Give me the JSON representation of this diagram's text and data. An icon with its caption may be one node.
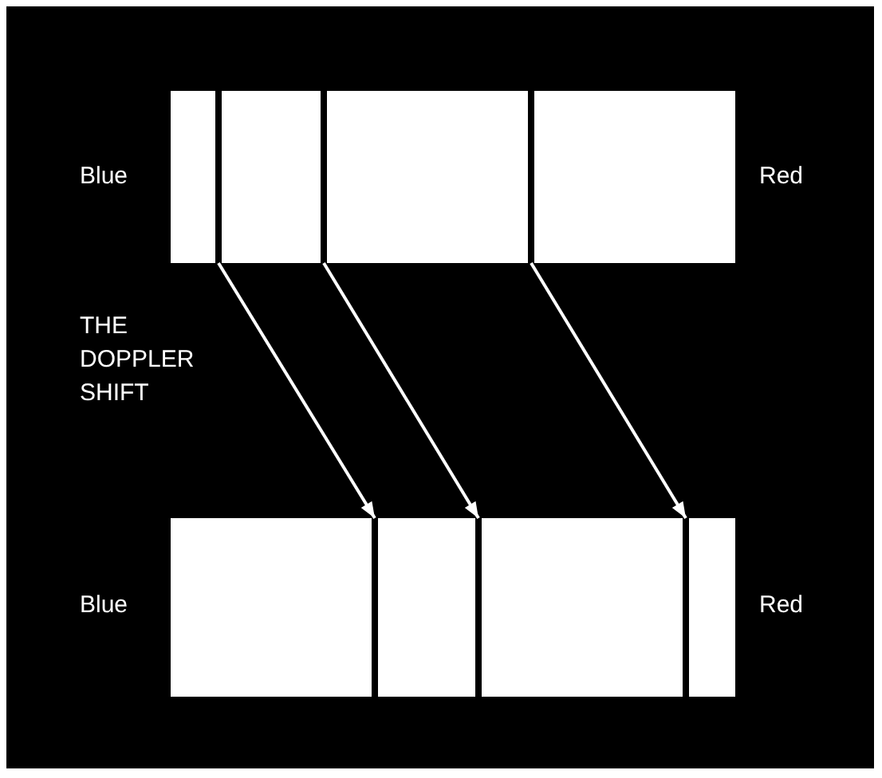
{
  "diagram": {
    "nodes": [
      {
        "text": [],
        "shape": "bar"
      },
      {
        "text": [],
        "shape": "bar"
      },
      {
        "text": [],
        "shape": "bar"
      },
      {
        "text": [],
        "shape": "bar"
      },
      {
        "text": [],
        "shape": "bar"
      },
      {
        "text": [],
        "shape": "bar"
      }
    ],
    "edges": [
      {
        "from": 0,
        "to": 3,
        "arrow": "to"
      },
      {
        "from": 1,
        "to": 4,
        "arrow": "to"
      },
      {
        "from": 2,
        "to": 5,
        "arrow": "to"
      }
    ],
    "labels": [
      "Blue",
      "Red",
      "THE DOPPLER SHIFT",
      "Blue",
      "Red"
    ]
  }
}
